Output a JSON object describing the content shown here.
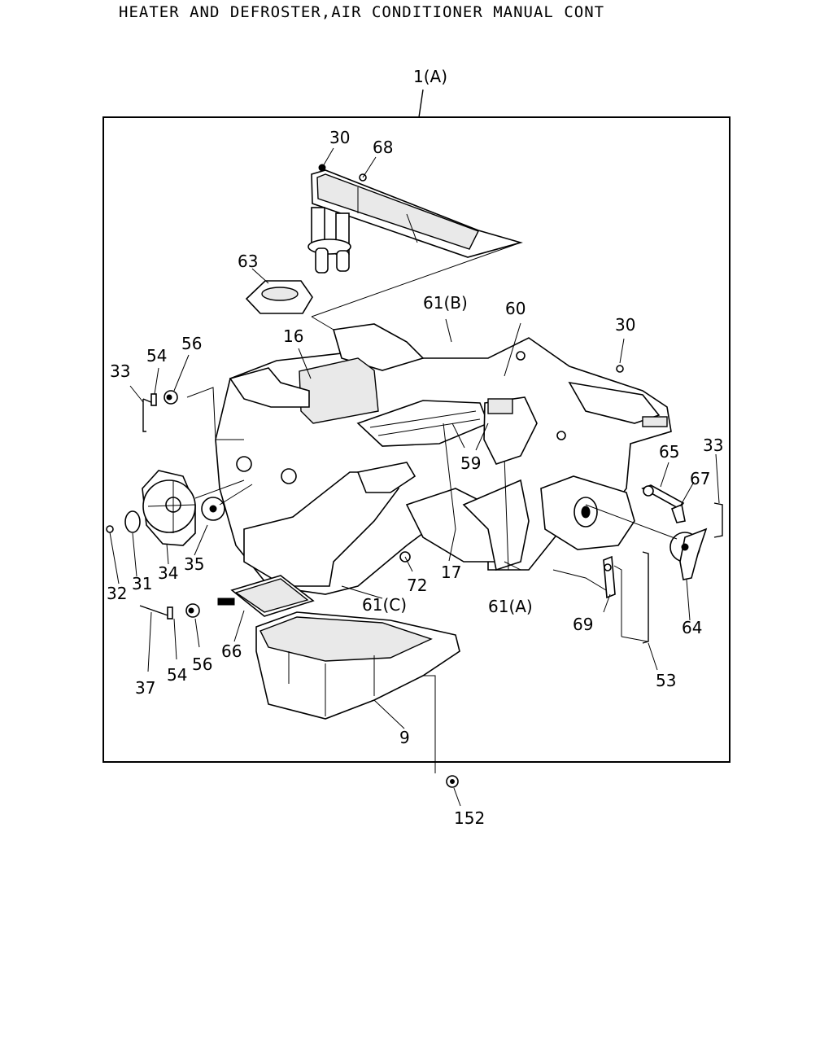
{
  "title": "HEATER AND DEFROSTER,AIR CONDITIONER MANUAL CONT",
  "callouts": {
    "c1A": "1(A)",
    "c30a": "30",
    "c68": "68",
    "c63": "63",
    "c61B": "61(B)",
    "c60": "60",
    "c30b": "30",
    "c16": "16",
    "c54a": "54",
    "c56a": "56",
    "c33a": "33",
    "c59": "59",
    "c33b": "33",
    "c65": "65",
    "c67": "67",
    "c17": "17",
    "c72": "72",
    "c34": "34",
    "c35": "35",
    "c31": "31",
    "c32": "32",
    "c61C": "61(C)",
    "c61A": "61(A)",
    "c69": "69",
    "c64": "64",
    "c66": "66",
    "c37": "37",
    "c54b": "54",
    "c56b": "56",
    "c53": "53",
    "c9": "9",
    "c152": "152"
  }
}
